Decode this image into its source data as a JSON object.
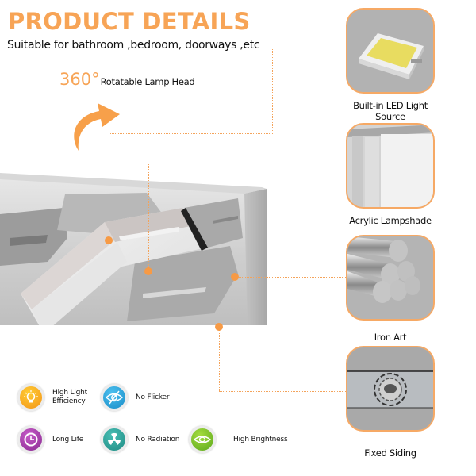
{
  "header": {
    "title": "PRODUCT DETAILS",
    "subtitle": "Suitable for bathroom ,bedroom, doorways ,etc"
  },
  "rotation": {
    "degrees": "360°",
    "label": "Rotatable Lamp Head",
    "arrow_icon": "curved-arrow-icon"
  },
  "colors": {
    "accent": "#f7a456",
    "card_border": "#f6a965",
    "connector": "#f4a35a"
  },
  "features": [
    {
      "label": "Built-in LED Light Source",
      "icon": "led-chip-icon"
    },
    {
      "label": "Acrylic Lampshade",
      "icon": "acrylic-panel-icon"
    },
    {
      "label": "Iron Art",
      "icon": "iron-rods-icon"
    },
    {
      "label": "Fixed Siding",
      "icon": "screw-mount-icon"
    }
  ],
  "badges": [
    {
      "label": "High Light Efficiency",
      "line1": "High Light",
      "line2": "Efficiency",
      "icon": "lightbulb-icon",
      "color": "#f7a31c"
    },
    {
      "label": "No Flicker",
      "icon": "eye-crossed-icon",
      "color": "#1f9fd8"
    },
    {
      "label": "Long Life",
      "icon": "clock-icon",
      "color": "#a43ca8"
    },
    {
      "label": "No Radiation",
      "icon": "radiation-icon",
      "color": "#2aa49b"
    },
    {
      "label": "High Brightness",
      "icon": "eye-icon",
      "color": "#7dc52a"
    }
  ]
}
